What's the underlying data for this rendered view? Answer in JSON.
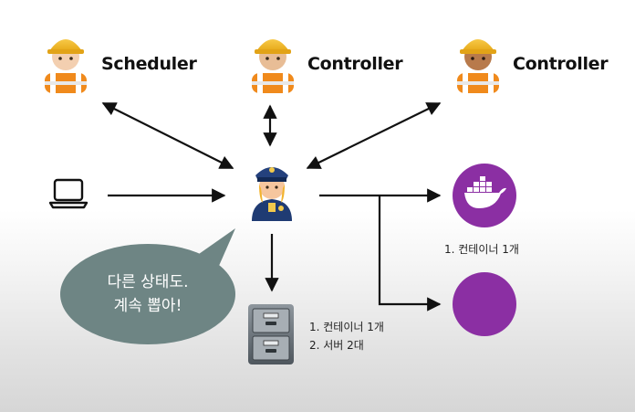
{
  "nodes": {
    "scheduler": {
      "label": "Scheduler",
      "icon": "construction-worker-icon"
    },
    "controller_1": {
      "label": "Controller",
      "icon": "construction-worker-icon"
    },
    "controller_2": {
      "label": "Controller",
      "icon": "construction-worker-icon"
    },
    "api_server": {
      "icon": "police-officer-icon"
    },
    "client": {
      "icon": "laptop-icon"
    },
    "etcd": {
      "icon": "file-cabinet-icon",
      "notes": [
        "1. 컨테이너 1개",
        "2. 서버 2대"
      ]
    },
    "server_1": {
      "icon": "docker-whale-icon",
      "note": "1. 컨테이너 1개",
      "color": "#8b2fa3"
    },
    "server_2": {
      "color": "#8b2fa3"
    }
  },
  "speech_bubble": {
    "lines": [
      "다른 상태도.",
      "계속 뽑아!"
    ],
    "color": "#6e8584"
  },
  "colors": {
    "arrow": "#111111",
    "server_purple": "#8b2fa3",
    "bubble": "#6e8584"
  }
}
